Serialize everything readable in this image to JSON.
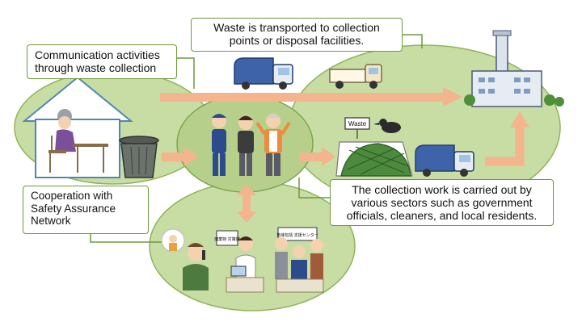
{
  "callouts": {
    "transport": [
      "Waste is transported to collection",
      "points or disposal facilities."
    ],
    "communication": [
      "Communication activities",
      "through waste collection"
    ],
    "cooperation": [
      "Cooperation with",
      "Safety Assurance",
      "Network"
    ],
    "sectors": [
      "The collection work is carried out by",
      "various sectors such as government",
      "officials, cleaners, and local residents."
    ]
  },
  "signs": {
    "waste": "Waste",
    "office_left": "廃棄物 対策課",
    "office_right": "地域包括 支援センター"
  },
  "colors": {
    "ellipse_fill": "#c8dda4",
    "ellipse_stroke": "#8fb45a",
    "arrow": "#f3b48e",
    "callout_border": "#6e9a3e",
    "truck_blue": "#3f63a8"
  },
  "icons": [
    "house-icon",
    "elderly-woman-icon",
    "trash-can-icon",
    "garbage-truck-icon",
    "dump-truck-icon",
    "workers-group-icon",
    "collection-net-icon",
    "crow-icon",
    "incinerator-facility-icon",
    "phone-call-icon",
    "office-staff-icon"
  ]
}
